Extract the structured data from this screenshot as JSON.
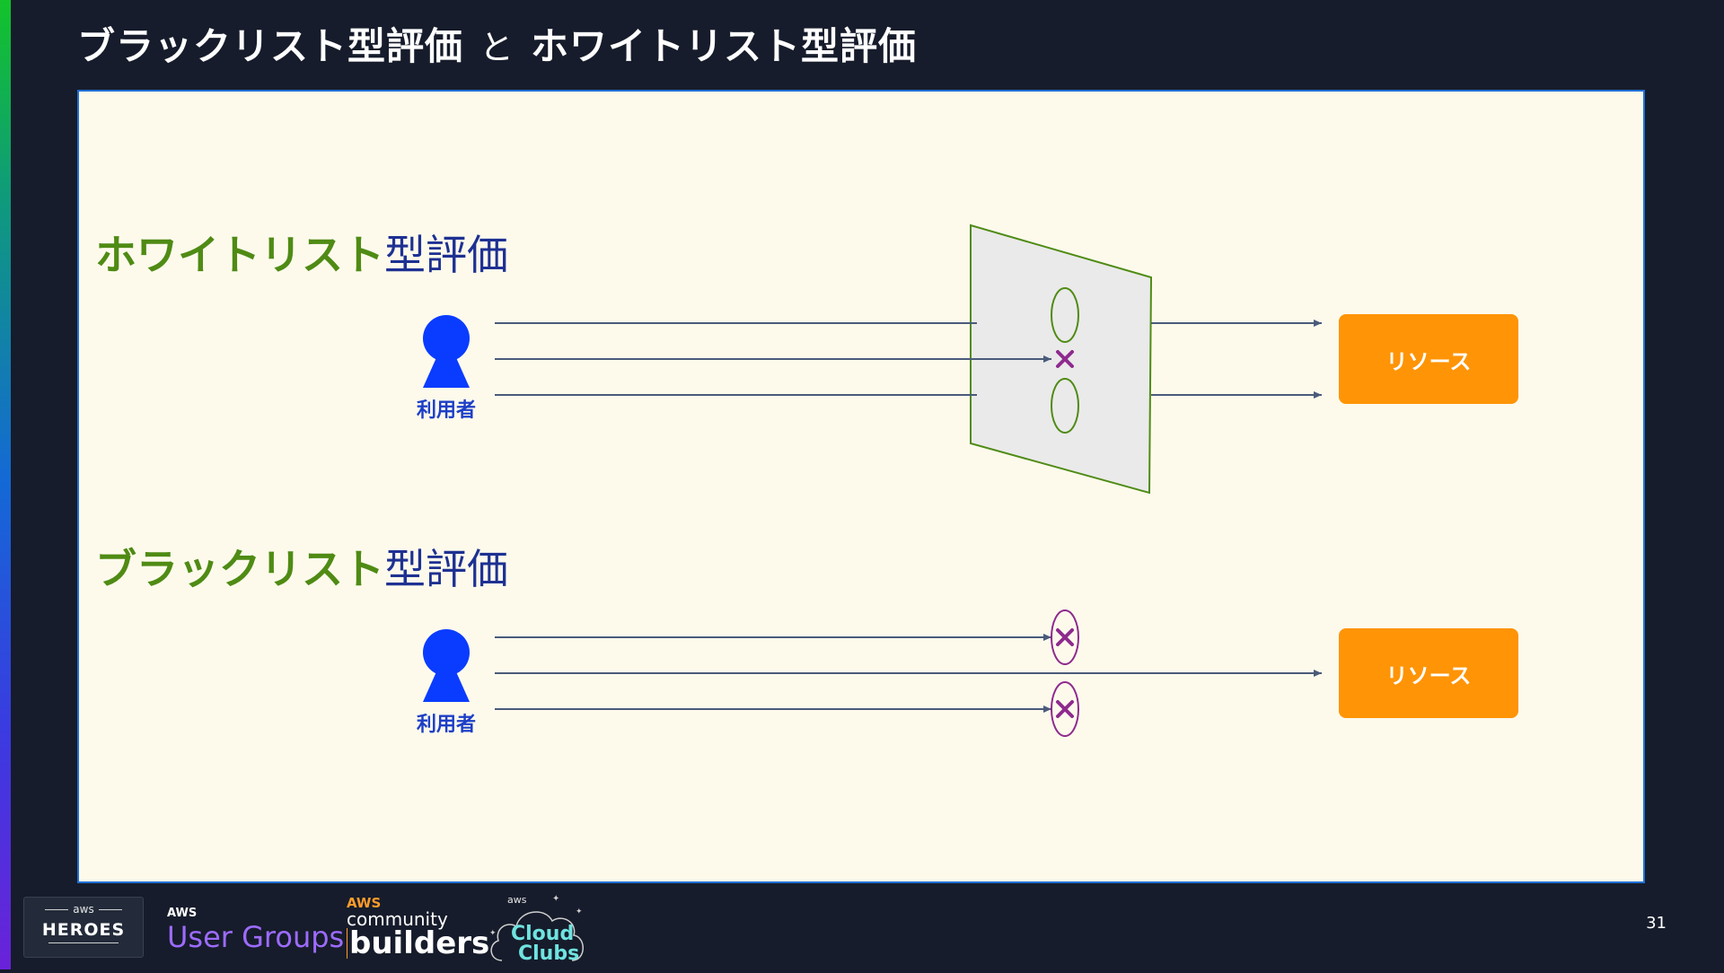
{
  "slide": {
    "title_part1": "ブラックリスト型評価",
    "title_connector": "と",
    "title_part2": "ホワイトリスト型評価",
    "page_number": "31"
  },
  "whitelist_section": {
    "title_green": "ホワイトリスト",
    "title_blue": "型評価",
    "user_label": "利用者",
    "resource_label": "リソース"
  },
  "blacklist_section": {
    "title_green": "ブラックリスト",
    "title_blue": "型評価",
    "user_label": "利用者",
    "resource_label": "リソース"
  },
  "footer": {
    "heroes_aws": "aws",
    "heroes_word": "HEROES",
    "user_groups_aws": "AWS",
    "user_groups_name": "User Groups",
    "community_aws": "AWS",
    "community_word": "community",
    "builders_word": "builders",
    "cloud_clubs_aws": "aws",
    "cloud_clubs_line1": "Cloud",
    "cloud_clubs_line2": "Clubs"
  },
  "colors": {
    "background": "#161c2b",
    "panel": "#fdfaec",
    "panel_border": "#1f6fd6",
    "title_green": "#4f8b14",
    "title_blue": "#1e3192",
    "user_icon": "#0a3cff",
    "resource": "#ff9406",
    "arrow": "#4a5b7a",
    "filter_border": "#4f8b14",
    "deny_mark": "#8e2a8e"
  },
  "icons": [
    "user-icon",
    "cross-mark-icon",
    "allow-ellipse-icon"
  ]
}
